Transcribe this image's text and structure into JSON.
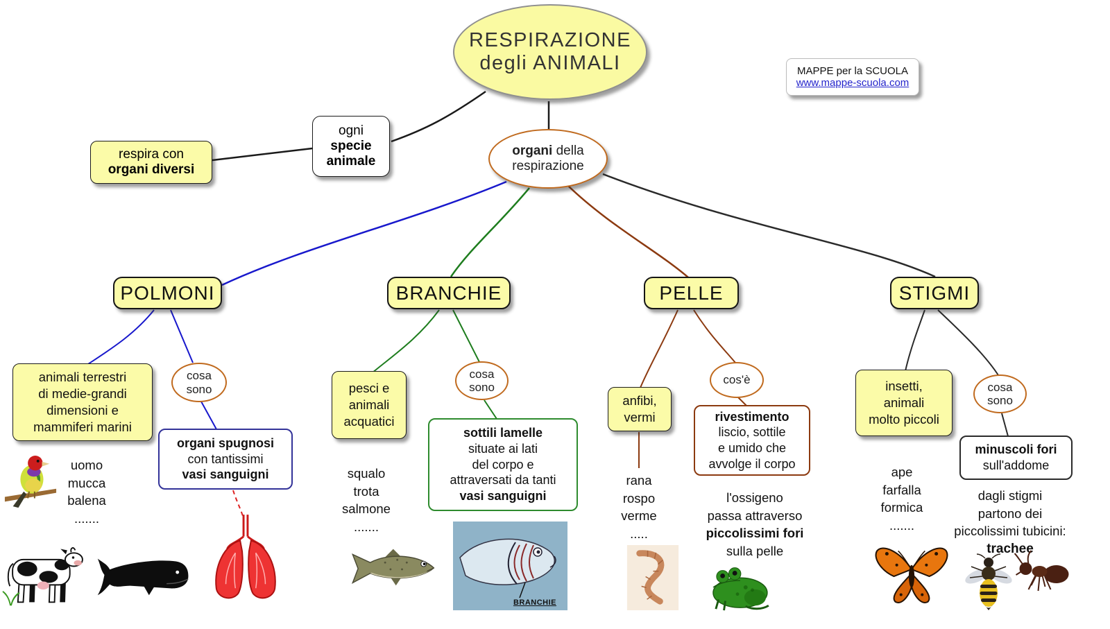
{
  "root": {
    "line1": "RESPIRAZIONE",
    "line2": "degli ANIMALI"
  },
  "branding": {
    "line1": "MAPPE per la SCUOLA",
    "link": "www.mappe-scuola.com"
  },
  "respira": [
    "respira con",
    "organi diversi"
  ],
  "specie": [
    "ogni",
    "specie",
    "animale"
  ],
  "organi": {
    "bold": "organi",
    "rest": " della",
    "line2": "respirazione"
  },
  "polmoni": {
    "label": "POLMONI",
    "who": [
      "animali terrestri",
      "di medie-grandi",
      "dimensioni e",
      "mammiferi marini"
    ],
    "question": [
      "cosa",
      "sono"
    ],
    "examples": [
      "uomo",
      "mucca",
      "balena",
      "......."
    ],
    "def": [
      "organi spugnosi",
      "con tantissimi",
      "vasi sanguigni"
    ]
  },
  "branchie": {
    "label": "BRANCHIE",
    "who": [
      "pesci e",
      "animali",
      "acquatici"
    ],
    "question": [
      "cosa",
      "sono"
    ],
    "examples": [
      "squalo",
      "trota",
      "salmone",
      "......."
    ],
    "def": [
      "sottili lamelle",
      "situate ai lati",
      "del corpo e",
      "attraversati da tanti",
      "vasi sanguigni"
    ],
    "diagram_label": "BRANCHIE"
  },
  "pelle": {
    "label": "PELLE",
    "who": [
      "anfibi,",
      "vermi"
    ],
    "question": [
      "cos'è"
    ],
    "examples": [
      "rana",
      "rospo",
      "verme",
      "....."
    ],
    "def": [
      "rivestimento",
      "liscio, sottile",
      "e umido che",
      "avvolge il corpo"
    ],
    "extra": [
      "l'ossigeno",
      "passa attraverso",
      "piccolissimi fori",
      "sulla pelle"
    ]
  },
  "stigmi": {
    "label": "STIGMI",
    "who": [
      "insetti,",
      "animali",
      "molto piccoli"
    ],
    "question": [
      "cosa",
      "sono"
    ],
    "examples": [
      "ape",
      "farfalla",
      "formica",
      "......."
    ],
    "def": [
      "minuscoli fori",
      "sull'addome"
    ],
    "extra": [
      "dagli stigmi",
      "partono dei",
      "piccolissimi tubicini:",
      "trachee"
    ]
  },
  "colors": {
    "node_yellow": "#FBFBA8",
    "polmoni_branch": "#1818CC",
    "branchie_branch": "#1E7D1E",
    "pelle_branch": "#8C3A10",
    "stigmi_branch": "#2A2A2A",
    "question_orange": "#C06A1E",
    "link_blue": "#2525CC",
    "lungs_red": "#DD2222"
  }
}
